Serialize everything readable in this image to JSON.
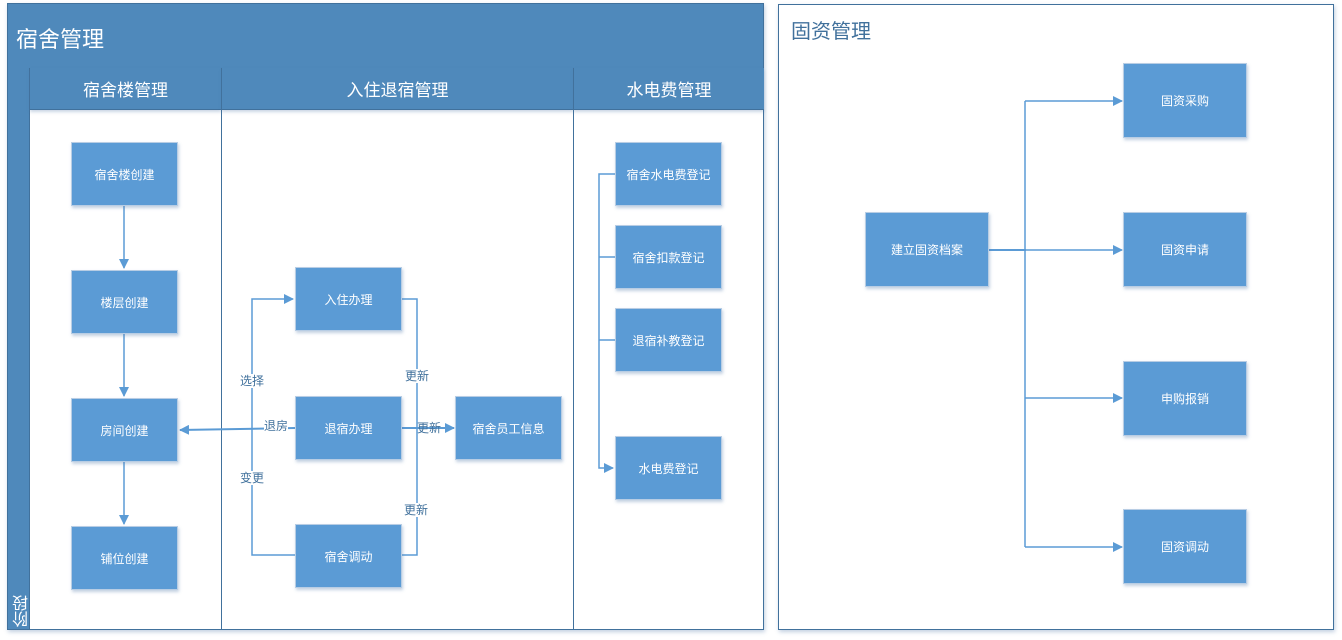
{
  "dormitory": {
    "title": "宿舍管理",
    "stage_label": "阶段",
    "lanes": [
      {
        "label": "宿舍楼管理"
      },
      {
        "label": "入住退宿管理"
      },
      {
        "label": "水电费管理"
      }
    ],
    "building_steps": [
      "宿舍楼创建",
      "楼层创建",
      "房间创建",
      "铺位创建"
    ],
    "checkin_steps": [
      "入住办理",
      "退宿办理",
      "宿舍调动"
    ],
    "staff_info": "宿舍员工信息",
    "edge_labels": {
      "select": "选择",
      "checkout": "退房",
      "change": "变更",
      "update1": "更新",
      "update2": "更新",
      "update3": "更新"
    },
    "utility_steps": [
      "宿舍水电费登记",
      "宿舍扣款登记",
      "退宿补教登记"
    ],
    "utility_target": "水电费登记"
  },
  "assets": {
    "title": "固资管理",
    "source": "建立固资档案",
    "targets": [
      "固资采购",
      "固资申请",
      "申购报销",
      "固资调动"
    ]
  },
  "colors": {
    "box_fill": "#5b9bd5",
    "header_fill": "#4f89bb",
    "line": "#5b9bd5",
    "border": "#41719c"
  }
}
